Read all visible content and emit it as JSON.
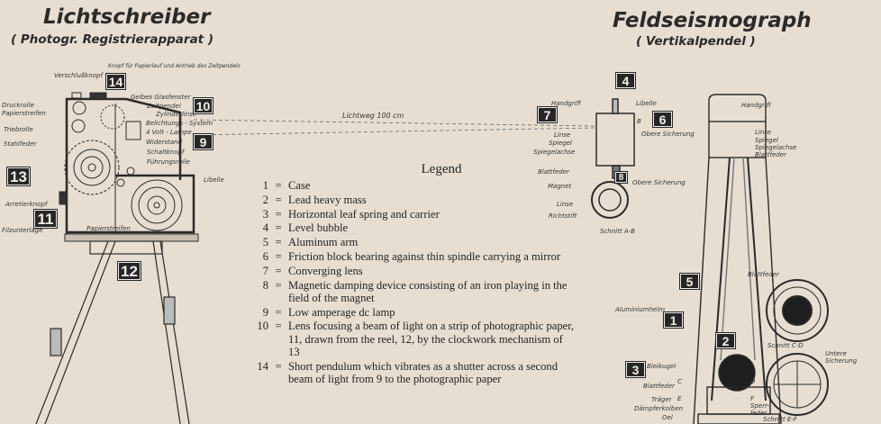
{
  "left": {
    "title": "Lichtschreiber",
    "subtitle": "( Photogr. Registrierapparat )",
    "labels": {
      "verschluss": "Verschlußknopf",
      "knopf": "Knopf für Papierlauf und Antrieb des Zeitpendels",
      "druckrolle": "Druckrolle",
      "papierstreifen_top": "Papierstreifen",
      "triebrolle": "Triebrolle",
      "stahlfeder": "Stahlfeder",
      "gelbes": "Gelbes Glasfenster",
      "zeitpendel": "Zeitpendel",
      "zylinderlinse": "Zylinderlinse",
      "belichtung": "Belichtungs - System",
      "lampe": "4 Volt - Lampe",
      "widerstand": "Widerstand",
      "schaltknopf": "Schaltknopf",
      "fuehrungsrolle": "Führungsrolle",
      "libelle": "Libelle",
      "arretierknopf": "Arretierknopf",
      "filzunterlage": "Filzunterlage",
      "papierstreifen_bottom": "Papierstreifen"
    }
  },
  "lichtweg": "Lichtweg  100 cm",
  "right": {
    "title": "Feldseismograph",
    "subtitle": "( Vertikalpendel )",
    "labels": {
      "handgriff1": "Handgriff",
      "libelle": "Libelle",
      "linse1": "Linse",
      "spiegel1": "Spiegel",
      "spiegelachse1": "Spiegelachse",
      "blattfeder1": "Blattfeder",
      "obere1": "Obere Sicherung",
      "b": "B",
      "magnet": "Magnet",
      "obere2": "Obere Sicherung",
      "linse2": "Linse",
      "richtstift": "Richtstift",
      "schnitt_ab": "Schnitt  A-B",
      "handgriff2": "Handgriff",
      "linse3": "Linse",
      "spiegel3": "Spiegel",
      "spiegelachse3": "Spiegelachse",
      "blattfeder3": "Blattfeder",
      "blattfeder4": "Blattfeder",
      "aluminiumhelm": "Aluminiumhelm",
      "schnitt_cd": "Schnitt  C-D",
      "untere": "Untere Sicherung",
      "bleikugel": "Bleikugel",
      "blattfeder5": "Blattfeder",
      "traeger": "Träger",
      "daempfer": "Dämpferkolben",
      "oel": "Oel",
      "sperrfeder": "Sperr-feder",
      "schnitt_ef": "Schnitt  E-F",
      "c": "C",
      "d": "D",
      "e": "E",
      "f": "F"
    }
  },
  "badges": [
    "14",
    "10",
    "9",
    "13",
    "11",
    "12",
    "4",
    "7",
    "6",
    "8",
    "5",
    "1",
    "2",
    "3"
  ],
  "legend": {
    "title": "Legend",
    "items": [
      {
        "n": "1",
        "text": "Case"
      },
      {
        "n": "2",
        "text": "Lead heavy mass"
      },
      {
        "n": "3",
        "text": "Horizontal leaf spring and carrier"
      },
      {
        "n": "4",
        "text": "Level bubble"
      },
      {
        "n": "5",
        "text": "Aluminum arm"
      },
      {
        "n": "6",
        "text": "Friction block bearing against thin spindle carrying a mirror"
      },
      {
        "n": "7",
        "text": "Converging lens"
      },
      {
        "n": "8",
        "text": "Magnetic damping device consisting of an iron playing in the field of the magnet"
      },
      {
        "n": "9",
        "text": "Low amperage dc lamp"
      },
      {
        "n": "10",
        "text": "Lens focusing a beam of light on a strip of photographic paper, 11, drawn from the reel, 12, by the clockwork mechanism of 13"
      },
      {
        "n": "14",
        "text": "Short pendulum which vibrates as a shutter across a second beam of light from 9 to the photographic paper"
      }
    ]
  },
  "colors": {
    "background": "#e7ded1",
    "ink": "#262626"
  }
}
